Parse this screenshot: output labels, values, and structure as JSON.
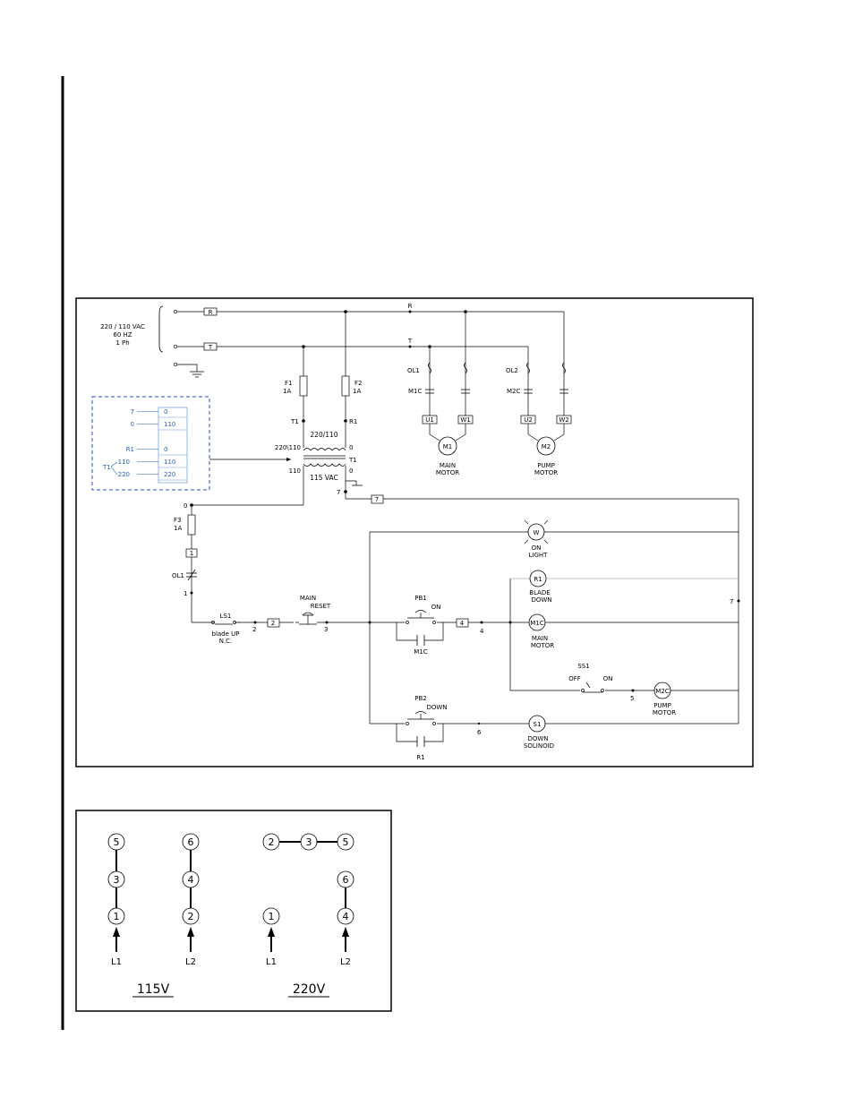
{
  "supply": {
    "voltage": "220 / 110 VAC",
    "frequency": "60 HZ",
    "phase": "1 Ph"
  },
  "lines": {
    "r_box": "R",
    "t_box": "T",
    "r_label": "R",
    "t_label": "T"
  },
  "fuses": {
    "f1": "F1",
    "f1_rating": "1A",
    "f2": "F2",
    "f2_rating": "1A",
    "f3": "F3",
    "f3_rating": "1A"
  },
  "transformer": {
    "t1_left": "T1",
    "r1": "R1",
    "ratio": "220/110",
    "tap_220_110": "220\\110",
    "tap_110": "110",
    "zero_a": "0",
    "zero_b": "0",
    "t1_right": "T1",
    "output": "115 VAC",
    "wire7": "7"
  },
  "inset_table": {
    "rows": [
      {
        "left": "7",
        "right": "0"
      },
      {
        "left": "0",
        "right": "110"
      },
      {
        "left": "R1",
        "right": "0"
      },
      {
        "left": "110",
        "right": "110"
      },
      {
        "left": "220",
        "right": "220"
      }
    ],
    "t1": "T1"
  },
  "motor_branches": {
    "ol1": "OL1",
    "m1c": "M1C",
    "u1": "U1",
    "w1": "W1",
    "m1": "M1",
    "main_motor_1": "MAIN",
    "main_motor_2": "MOTOR",
    "ol2": "OL2",
    "m2c": "M2C",
    "u2": "U2",
    "w2": "W2",
    "m2": "M2",
    "pump_motor_1": "PUMP",
    "pump_motor_2": "MOTOR"
  },
  "control": {
    "wire0": "0",
    "box1": "1",
    "ol1": "OL1",
    "wire1": "1",
    "ls1": "LS1",
    "ls1_desc1": "blade UP",
    "ls1_desc2": "N.C.",
    "wire2": "2",
    "box2": "2",
    "main_reset_1": "MAIN",
    "main_reset_2": "RESET",
    "wire3": "3",
    "pb1": "PB1",
    "pb1_on": "ON",
    "m1c_contact": "M1C",
    "box4": "4",
    "wire4": "4",
    "box7": "7",
    "wire7_right": "7",
    "w_lamp": "W",
    "on_light_1": "ON",
    "on_light_2": "LIGHT",
    "r1_coil": "R1",
    "blade_down_1": "BLADE",
    "blade_down_2": "DOWN",
    "m1c_coil": "M1C",
    "main_motor_1": "MAIN",
    "main_motor_2": "MOTOR",
    "ss1": "SS1",
    "ss1_off": "OFF",
    "ss1_on": "ON",
    "wire5": "5",
    "m2c_coil": "M2C",
    "pump_motor_1": "PUMP",
    "pump_motor_2": "MOTOR",
    "pb2": "PB2",
    "pb2_down": "DOWN",
    "wire6": "6",
    "r1_contact": "R1",
    "s1": "S1",
    "down_sol_1": "DOWN",
    "down_sol_2": "SOLINOID"
  },
  "terminals": {
    "v115": {
      "label": "115V",
      "l1_column": [
        "5",
        "3",
        "1"
      ],
      "l2_column": [
        "6",
        "4",
        "2"
      ],
      "l1": "L1",
      "l2": "L2"
    },
    "v220": {
      "label": "220V",
      "top_row": [
        "2",
        "3",
        "5"
      ],
      "l1_node": "1",
      "l2_column": [
        "6",
        "4"
      ],
      "l1": "L1",
      "l2": "L2"
    }
  }
}
